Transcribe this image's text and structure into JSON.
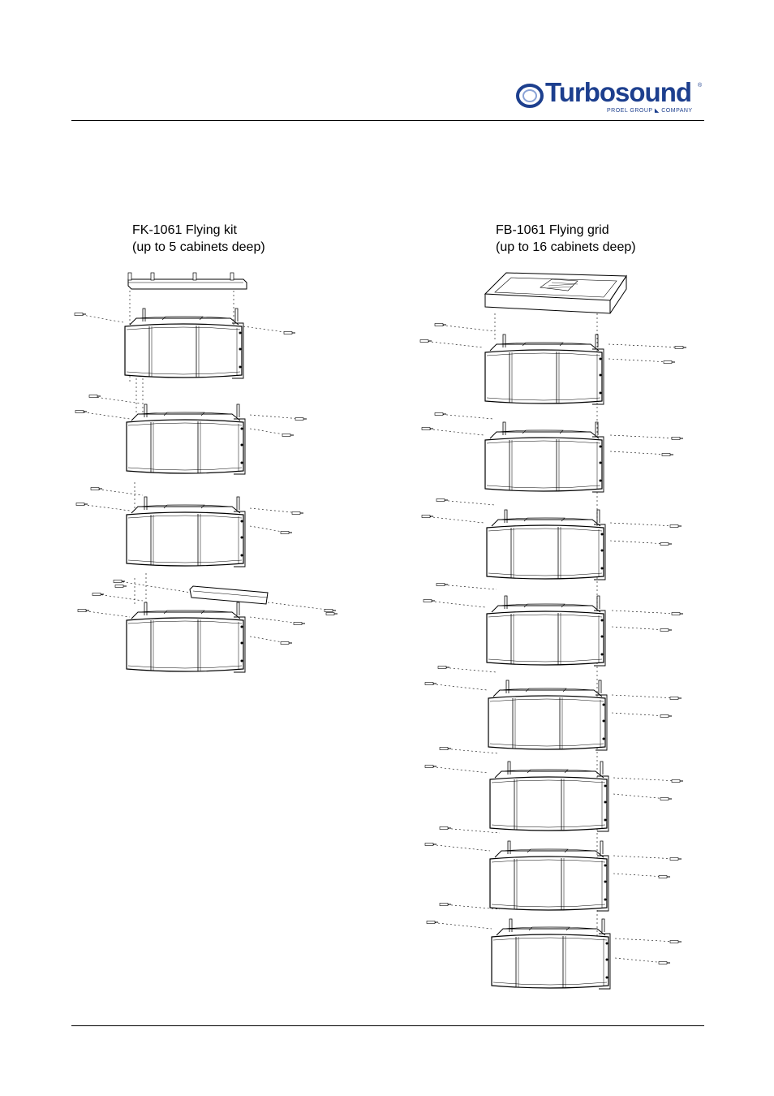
{
  "header": {
    "logo_text": "Turbosound",
    "logo_registered": "®",
    "logo_tagline": "PROEL GROUP ◣ COMPANY"
  },
  "left_caption": {
    "line1": "FK-1061 Flying kit",
    "line2": "(up to 5 cabinets deep)"
  },
  "right_caption": {
    "line1": "FB-1061 Flying grid",
    "line2": "(up to 16 cabinets deep)"
  },
  "colors": {
    "brand": "#1d3f8e",
    "brand_accent": "#d22a2a",
    "line": "#000000"
  }
}
